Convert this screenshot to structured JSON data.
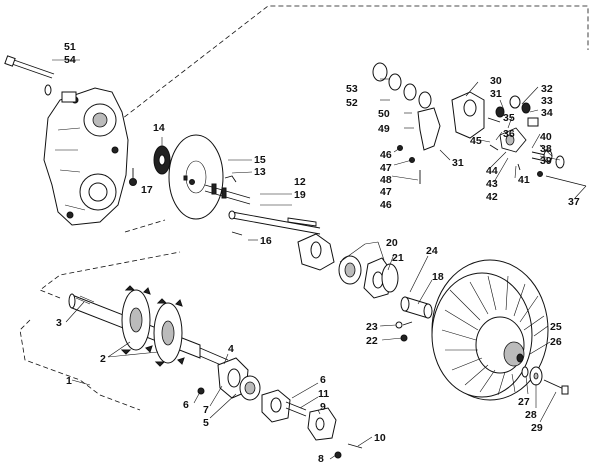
{
  "diagram": {
    "callouts": [
      "51",
      "54",
      "14",
      "15",
      "13",
      "17",
      "12",
      "19",
      "16",
      "53",
      "52",
      "50",
      "49",
      "30",
      "31",
      "32",
      "33",
      "34",
      "35",
      "36",
      "45",
      "40",
      "38",
      "39",
      "41",
      "44",
      "43",
      "42",
      "46",
      "47",
      "48",
      "47",
      "46",
      "31",
      "37",
      "20",
      "21",
      "24",
      "18",
      "3",
      "2",
      "1",
      "4",
      "6",
      "7",
      "5",
      "6",
      "11",
      "9",
      "10",
      "8",
      "23",
      "22",
      "25",
      "26",
      "27",
      "28",
      "29"
    ]
  }
}
